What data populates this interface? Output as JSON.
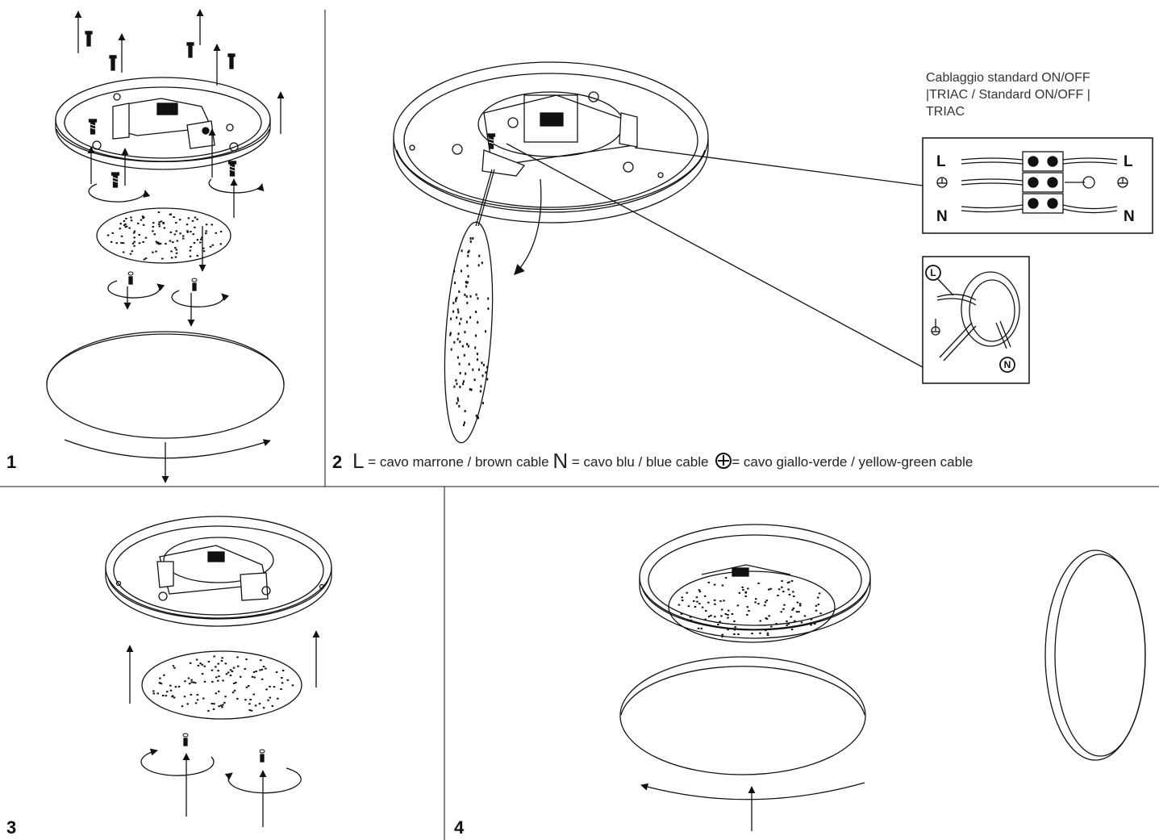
{
  "steps": {
    "step1": "1",
    "step2": "2",
    "step3": "3",
    "step4": "4"
  },
  "legend": {
    "l_symbol": "L",
    "l_text": " = cavo marrone / brown cable ",
    "n_symbol": "N",
    "n_text": " = cavo blu / blue cable ",
    "earth_text": "= cavo giallo-verde / yellow-green cable"
  },
  "wiring": {
    "title_line1": "Cablaggio standard ON/OFF",
    "title_line2": "|TRIAC / Standard ON/OFF |",
    "title_line3": "TRIAC",
    "terminal_l_left": "L",
    "terminal_l_right": "L",
    "terminal_n_left": "N",
    "terminal_n_right": "N",
    "callout_l": "L",
    "callout_n": "N"
  },
  "colors": {
    "line": "#111111",
    "divider": "#444444"
  }
}
